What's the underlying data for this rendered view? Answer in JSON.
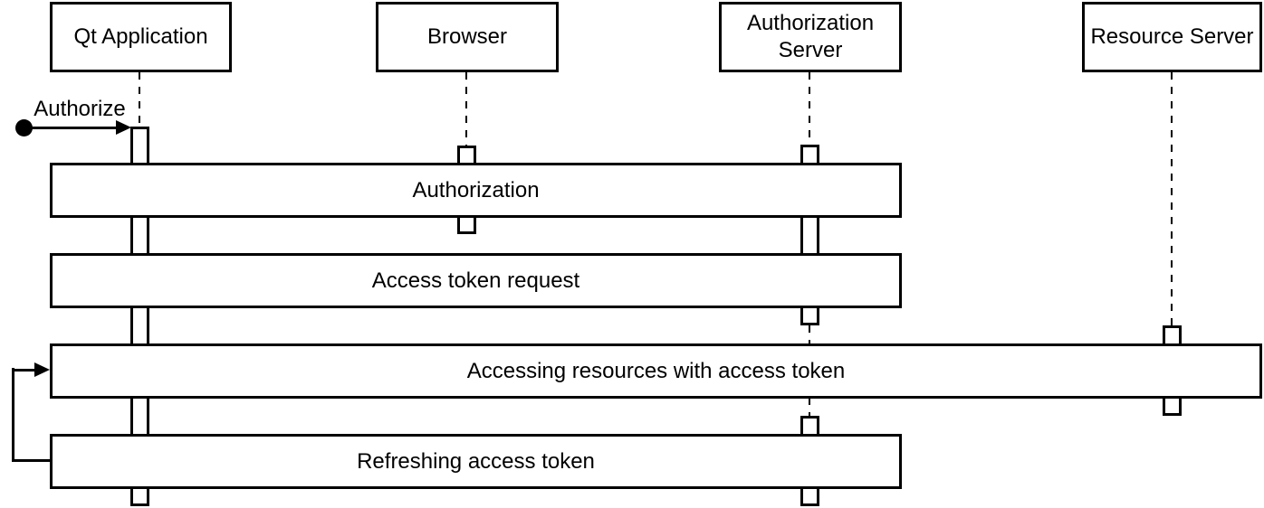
{
  "colors": {
    "line": "#000000",
    "background": "#ffffff"
  },
  "diagram": {
    "type": "uml-sequence-diagram",
    "participants": [
      {
        "label": "Qt Application"
      },
      {
        "label": "Browser"
      },
      {
        "label": "Authorization Server"
      },
      {
        "label": "Resource Server"
      }
    ],
    "start_label": "Authorize",
    "messages": [
      {
        "label": "Authorization"
      },
      {
        "label": "Access token request"
      },
      {
        "label": "Accessing resources with access token"
      },
      {
        "label": "Refreshing access token"
      }
    ]
  }
}
